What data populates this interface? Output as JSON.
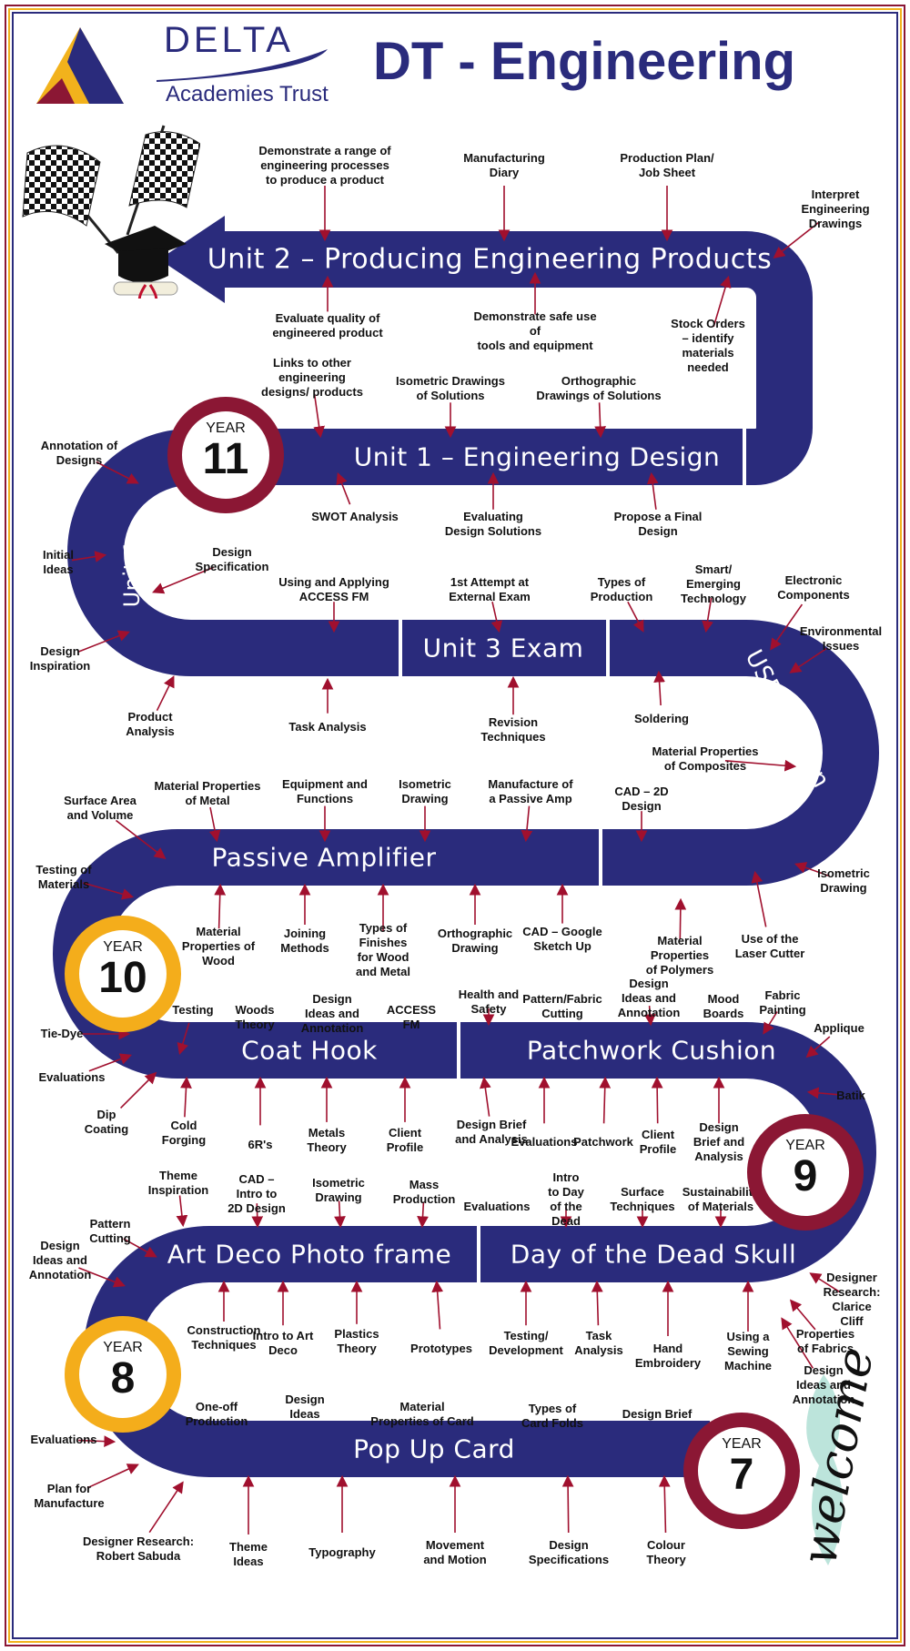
{
  "header": {
    "logo_name": "DELTA",
    "logo_subtitle": "Academies Trust",
    "title": "DT - Engineering",
    "welcome": "welcome"
  },
  "colors": {
    "road": "#2a2b7c",
    "arrow": "#a0102e",
    "year_maroon": "#8b1734",
    "year_gold": "#f4ad1b",
    "border_gold": "#f2b21c"
  },
  "years": [
    {
      "word": "YEAR",
      "number": "11",
      "ring": "maroon"
    },
    {
      "word": "YEAR",
      "number": "10",
      "ring": "gold"
    },
    {
      "word": "YEAR",
      "number": "9",
      "ring": "maroon"
    },
    {
      "word": "YEAR",
      "number": "8",
      "ring": "gold"
    },
    {
      "word": "YEAR",
      "number": "7",
      "ring": "maroon"
    }
  ],
  "road_labels": {
    "unit2": "Unit 2 – Producing Engineering Products",
    "unit1_design": "Unit 1 – Engineering Design",
    "unit1": "Unit 1",
    "unit3": "Unit 3 Exam",
    "usb": "USB Lantern",
    "passive": "Passive Amplifier",
    "coathook": "Coat Hook",
    "patchwork": "Patchwork Cushion",
    "artdeco": "Art Deco Photo frame",
    "dayofdead": "Day of the Dead Skull",
    "popup": "Pop Up Card"
  },
  "topics": [
    "Demonstrate a range of\nengineering processes\nto produce a product",
    "Manufacturing\nDiary",
    "Production Plan/\nJob Sheet",
    "Interpret\nEngineering\nDrawings",
    "Evaluate quality of\nengineered product",
    "Demonstrate safe use of\ntools and equipment",
    "Stock Orders\n– identify\nmaterials\nneeded",
    "Links to other\nengineering\ndesigns/ products",
    "Isometric Drawings\nof Solutions",
    "Orthographic\nDrawings of Solutions",
    "Annotation of\nDesigns",
    "SWOT Analysis",
    "Evaluating\nDesign Solutions",
    "Propose a Final\nDesign",
    "Initial\nIdeas",
    "Design\nSpecification",
    "Using and Applying\nACCESS FM",
    "1st Attempt at\nExternal Exam",
    "Types of\nProduction",
    "Smart/\nEmerging\nTechnology",
    "Electronic\nComponents",
    "Environmental\nIssues",
    "Design\nInspiration",
    "Product\nAnalysis",
    "Task Analysis",
    "Revision\nTechniques",
    "Soldering",
    "Material Properties\nof Composites",
    "Surface Area\nand Volume",
    "Material Properties\nof Metal",
    "Equipment and\nFunctions",
    "Isometric\nDrawing",
    "Manufacture of\na Passive Amp",
    "CAD – 2D\nDesign",
    "Testing of\nMaterials",
    "Isometric\nDrawing",
    "Material\nProperties of\nWood",
    "Joining\nMethods",
    "Types of\nFinishes\nfor Wood\nand Metal",
    "Orthographic\nDrawing",
    "CAD – Google\nSketch Up",
    "Material\nProperties\nof Polymers",
    "Use of the\nLaser Cutter",
    "Testing",
    "Woods\nTheory",
    "Design\nIdeas and\nAnnotation",
    "ACCESS\nFM",
    "Health and\nSafety",
    "Pattern/Fabric\nCutting",
    "Design\nIdeas and\nAnnotation",
    "Mood\nBoards",
    "Fabric\nPainting",
    "Applique",
    "Batik",
    "Tie-Dye",
    "Evaluations",
    "Dip\nCoating",
    "Cold\nForging",
    "6R's",
    "Metals\nTheory",
    "Client\nProfile",
    "Design Brief\nand Analysis",
    "Evaluations",
    "Patchwork",
    "Client\nProfile",
    "Design\nBrief and\nAnalysis",
    "Theme\nInspiration",
    "CAD –\nIntro to\n2D Design",
    "Isometric\nDrawing",
    "Mass\nProduction",
    "Evaluations",
    "Intro\nto Day\nof the\nDead",
    "Surface\nTechniques",
    "Sustainability\nof Materials",
    "Pattern\nCutting",
    "Design\nIdeas and\nAnnotation",
    "Designer\nResearch:\nClarice\nCliff",
    "Construction\nTechniques",
    "Intro to Art\nDeco",
    "Plastics\nTheory",
    "Prototypes",
    "Testing/\nDevelopment",
    "Task\nAnalysis",
    "Hand\nEmbroidery",
    "Using a\nSewing\nMachine",
    "Properties\nof Fabrics",
    "Design\nIdeas and\nAnnotation",
    "One-off\nProduction",
    "Design\nIdeas",
    "Material\nProperties of Card",
    "Types of\nCard Folds",
    "Design Brief",
    "Evaluations",
    "Plan for\nManufacture",
    "Designer Research:\nRobert Sabuda",
    "Theme\nIdeas",
    "Typography",
    "Movement\nand Motion",
    "Design\nSpecifications",
    "Colour\nTheory"
  ]
}
